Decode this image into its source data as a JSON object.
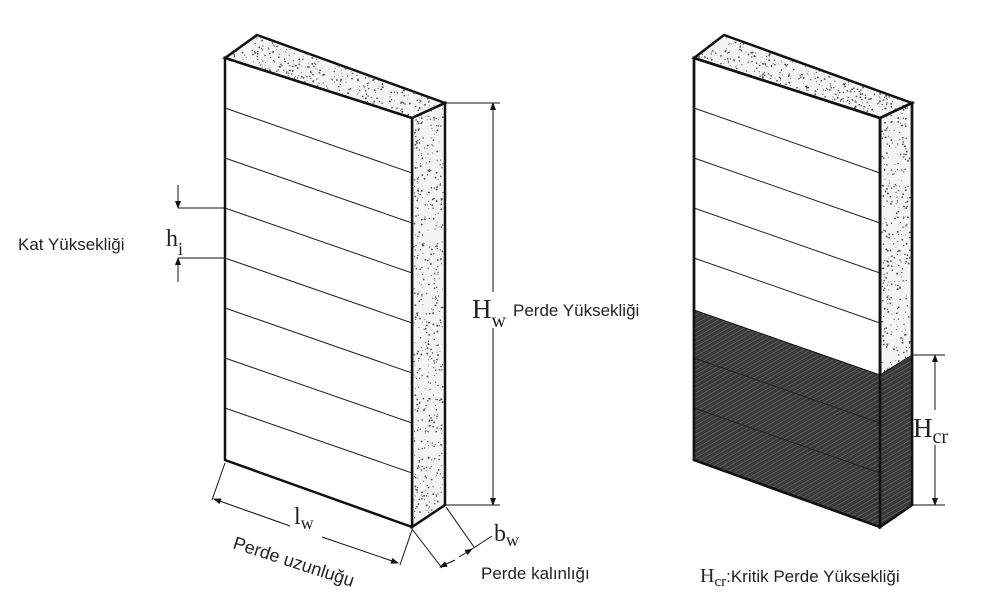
{
  "left_wall": {
    "story_height_label": "Kat Yüksekliği",
    "story_height_symbol": "h",
    "story_height_subscript": "i",
    "wall_height_symbol": "H",
    "wall_height_subscript": "w",
    "wall_height_label": "Perde Yüksekliği",
    "wall_length_symbol": "l",
    "wall_length_subscript": "w",
    "wall_length_label": "Perde uzunluğu",
    "wall_thickness_symbol": "b",
    "wall_thickness_subscript": "w",
    "wall_thickness_label": "Perde kalınlığı"
  },
  "right_wall": {
    "critical_height_symbol": "H",
    "critical_height_subscript": "cr",
    "caption_symbol": "H",
    "caption_subscript": "cr",
    "caption_text": ":Kritik Perde Yüksekliği"
  },
  "colors": {
    "line": "#111111",
    "hatch": "#3a3a3a",
    "concrete_speckle": "#555555"
  }
}
